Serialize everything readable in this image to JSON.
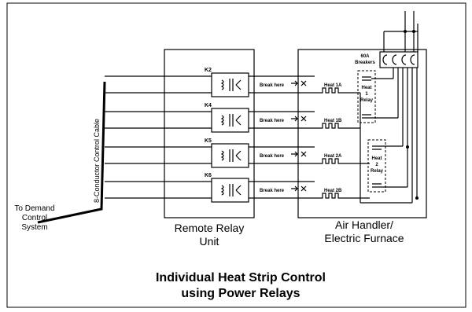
{
  "source": {
    "l1": "To Demand",
    "l2": "Control",
    "l3": "System"
  },
  "cable_label": "8-Conductor Control Cable",
  "relays": [
    "K2",
    "K4",
    "K5",
    "K6"
  ],
  "break_label": "Break here",
  "heaters": [
    "Heat 1A",
    "Heat 1B",
    "Heat 2A",
    "Heat 2B"
  ],
  "breakers_label": {
    "l1": "60A",
    "l2": "Breakers"
  },
  "heat1_relay": {
    "l1": "Heat",
    "l2": "1",
    "l3": "Relay"
  },
  "heat2_relay": {
    "l1": "Heat",
    "l2": "2",
    "l3": "Relay"
  },
  "remote_unit": {
    "l1": "Remote Relay",
    "l2": "Unit"
  },
  "air_handler": {
    "l1": "Air Handler/",
    "l2": "Electric Furnace"
  },
  "title": {
    "l1": "Individual Heat Strip Control",
    "l2": "using Power Relays"
  }
}
